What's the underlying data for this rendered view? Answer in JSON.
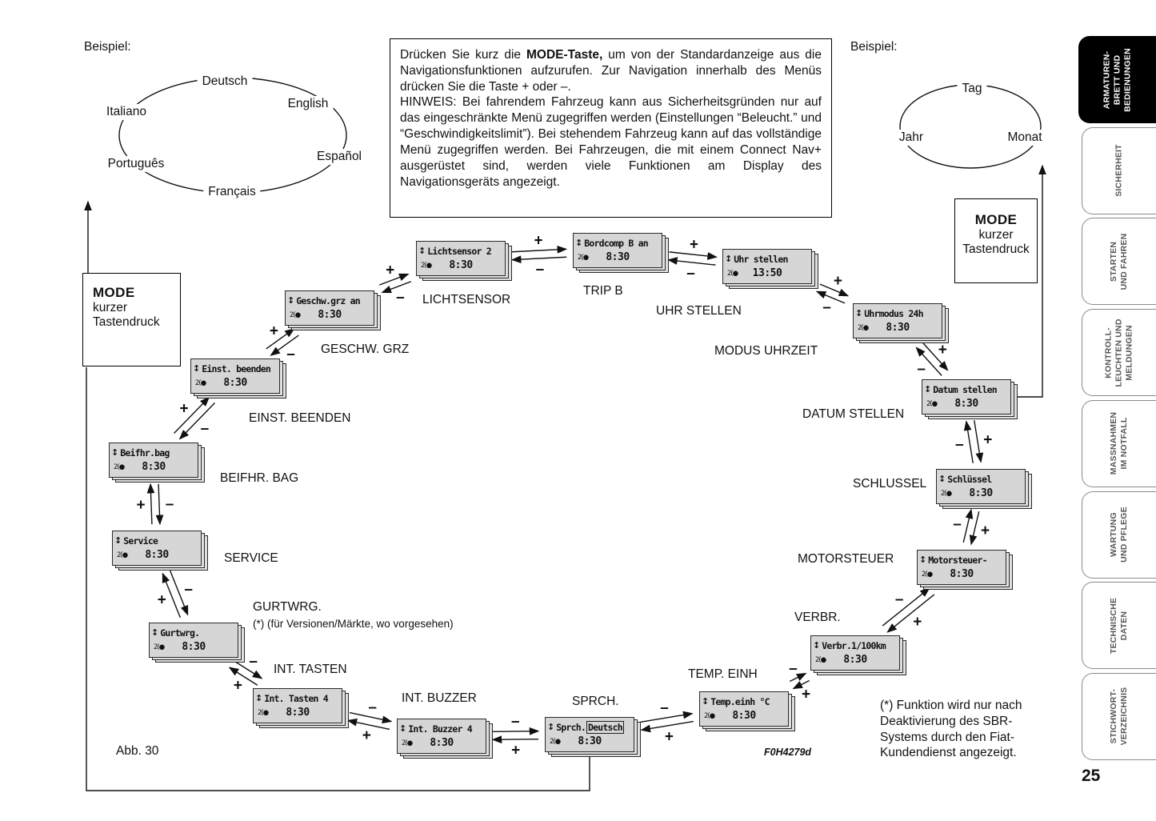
{
  "page": {
    "number": "25",
    "figure": "Abb. 30",
    "code": "F0H4279d"
  },
  "left_example": {
    "title": "Beispiel:",
    "languages": [
      "Deutsch",
      "English",
      "Italiano",
      "Español",
      "Português",
      "Français"
    ]
  },
  "right_example": {
    "title": "Beispiel:",
    "items": [
      "Tag",
      "Jahr",
      "Monat"
    ]
  },
  "instruction_box": {
    "part1": "Drücken Sie kurz die ",
    "part1_bold": "MODE-Taste,",
    "part1_rest": " um von der Standardanzeige aus die Navigationsfunktionen aufzurufen. Zur Navigation innerhalb des Menüs drücken Sie die Taste + oder –.",
    "part2": "HINWEIS: Bei fahrendem Fahrzeug kann aus Sicherheitsgründen nur auf das eingeschränkte Menü zugegriffen werden (Einstellungen “Beleucht.” und “Geschwindigkeitslimit”). Bei stehendem Fahrzeug kann auf das vollständige Menü zugegriffen werden. Bei Fahrzeugen, die mit einem Connect Nav+ ausgerüstet sind, werden viele Funktionen am Display des Navigationsgeräts angezeigt."
  },
  "mode_left": {
    "title": "MODE",
    "sub1": "kurzer",
    "sub2": "Tastendruck"
  },
  "mode_right": {
    "title": "MODE",
    "sub1": "kurzer",
    "sub2": "Tastendruck"
  },
  "signs": {
    "plus": "+",
    "minus": "–"
  },
  "icons": {
    "updown_arrows": "↕",
    "status_cluster": "2(●"
  },
  "cards": [
    {
      "id": "lichtsensor",
      "title": "Lichtsensor 2",
      "time": "8:30",
      "label": "LICHTSENSOR"
    },
    {
      "id": "bordcomp",
      "title": "Bordcomp B an",
      "time": "8:30",
      "label": "TRIP B"
    },
    {
      "id": "uhr_stellen",
      "title": "Uhr stellen",
      "time": "13:50",
      "label": "UHR STELLEN"
    },
    {
      "id": "uhrmodus",
      "title": "Uhrmodus 24h",
      "time": "8:30",
      "label": "MODUS UHRZEIT"
    },
    {
      "id": "datum_stellen",
      "title": "Datum stellen",
      "time": "8:30",
      "label": "DATUM STELLEN"
    },
    {
      "id": "schluessel",
      "title": "Schlüssel",
      "time": "8:30",
      "label": "SCHLUSSEL"
    },
    {
      "id": "motorsteuer",
      "title": "Motorsteuer-",
      "time": "8:30",
      "label": "MOTORSTEUER"
    },
    {
      "id": "verbr",
      "title": "Verbr.1/100km",
      "time": "8:30",
      "label": "VERBR."
    },
    {
      "id": "temp_einh",
      "title": "Temp.einh °C",
      "time": "8:30",
      "label": "TEMP. EINH"
    },
    {
      "id": "sprch",
      "title": "Sprch.",
      "title_boxed": "Deutsch",
      "time": "8:30",
      "label": "SPRCH."
    },
    {
      "id": "int_buzzer",
      "title": "Int. Buzzer 4",
      "time": "8:30",
      "label": "INT. BUZZER"
    },
    {
      "id": "int_tasten",
      "title": "Int. Tasten 4",
      "time": "8:30",
      "label": "INT. TASTEN"
    },
    {
      "id": "gurtwrg",
      "title": "Gurtwrg.",
      "time": "8:30",
      "label": "GURTWRG.",
      "note": "(*) (für Versionen/Märkte, wo vorgesehen)"
    },
    {
      "id": "service",
      "title": "Service",
      "time": "8:30",
      "label": "SERVICE"
    },
    {
      "id": "beifhr_bag",
      "title": "Beifhr.bag",
      "time": "8:30",
      "label": "BEIFHR. BAG"
    },
    {
      "id": "einst_beenden",
      "title": "Einst. beenden",
      "time": "8:30",
      "label": "EINST. BEENDEN"
    },
    {
      "id": "geschw_grz",
      "title": "Geschw.grz an",
      "time": "8:30",
      "label": "GESCHW. GRZ"
    }
  ],
  "menu_cycle": [
    "lichtsensor",
    "bordcomp",
    "uhr_stellen",
    "uhrmodus",
    "datum_stellen",
    "schluessel",
    "motorsteuer",
    "verbr",
    "temp_einh",
    "sprch",
    "int_buzzer",
    "int_tasten",
    "gurtwrg",
    "service",
    "beifhr_bag",
    "einst_beenden",
    "geschw_grz"
  ],
  "sidebar": [
    {
      "lines": [
        "ARMATUREN-",
        "BRETT UND",
        "BEDIENUNGEN"
      ],
      "active": true
    },
    {
      "lines": [
        "SICHERHEIT"
      ],
      "active": false
    },
    {
      "lines": [
        "STARTEN",
        "UND FAHREN"
      ],
      "active": false
    },
    {
      "lines": [
        "KONTROLL-",
        "LEUCHTEN UND",
        "MELDUNGEN"
      ],
      "active": false
    },
    {
      "lines": [
        "MASSNAHMEN",
        "IM NOTFALL"
      ],
      "active": false
    },
    {
      "lines": [
        "WARTUNG",
        "UND PFLEGE"
      ],
      "active": false
    },
    {
      "lines": [
        "TECHNISCHE",
        "DATEN"
      ],
      "active": false
    },
    {
      "lines": [
        "STICHWORT-",
        "VERZEICHNIS"
      ],
      "active": false
    }
  ],
  "footnote": {
    "marker": "(*)",
    "text": "Funktion wird nur nach Deaktivierung des SBR-Systems durch den Fiat-Kundendienst angezeigt."
  }
}
